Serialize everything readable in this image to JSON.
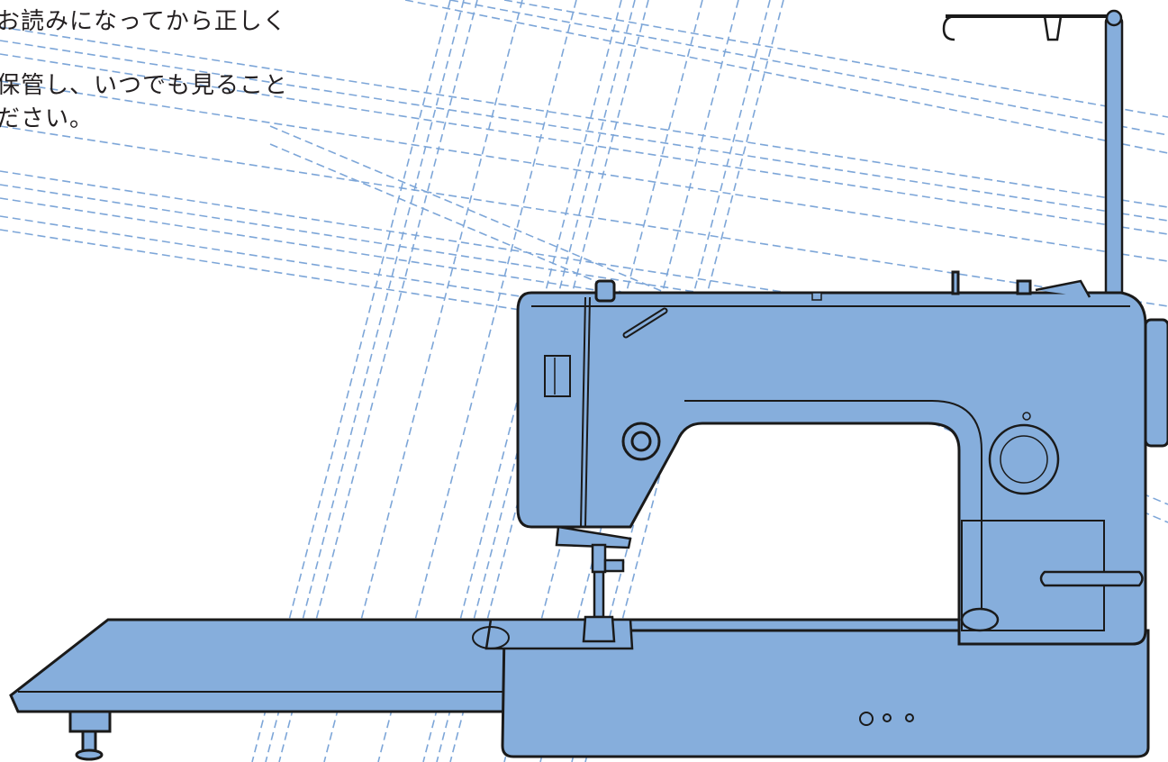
{
  "instructions": {
    "line1": "お読みになってから正しく",
    "line2": "保管し、いつでも見ること",
    "line3": "ださい。"
  },
  "illustration": {
    "subject_icon": "sewing-machine-icon",
    "colors": {
      "body": "#86aedc",
      "outline": "#1a1a1a",
      "stitch_lines": "#7da6d8",
      "background": "#ffffff"
    }
  }
}
